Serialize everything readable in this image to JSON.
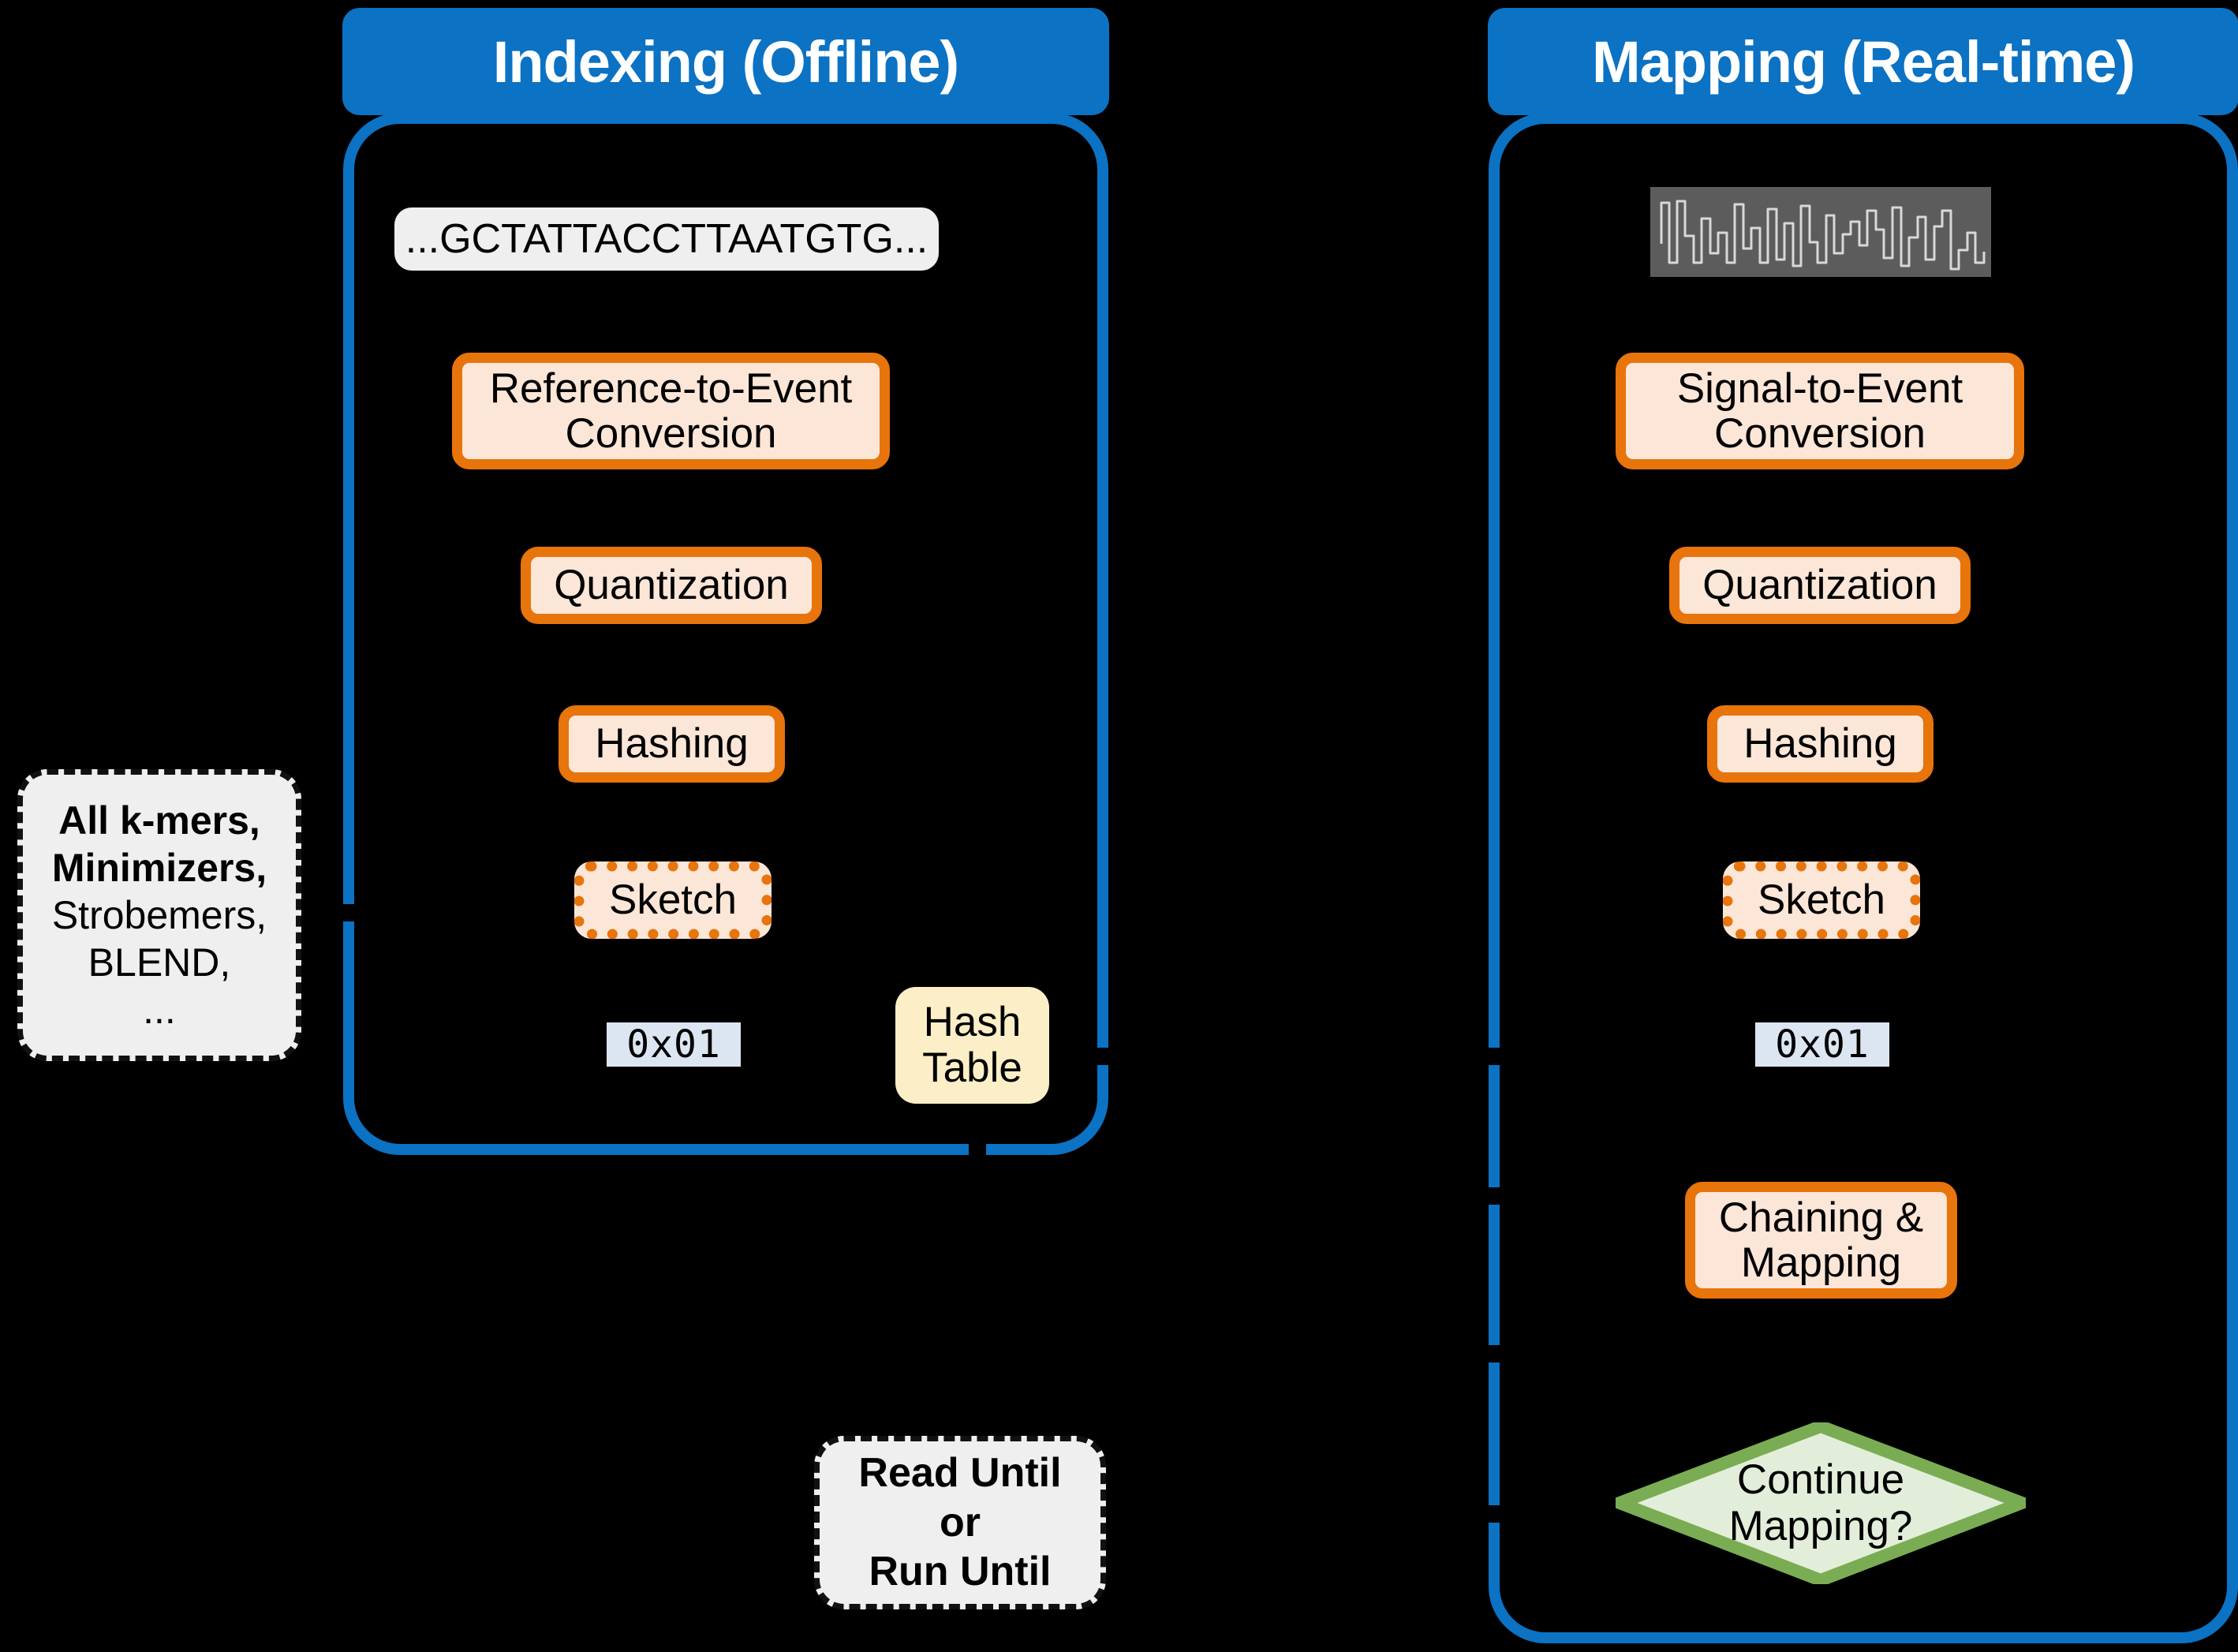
{
  "diagram": {
    "title_indexing": "Indexing (Offline)",
    "title_mapping": "Mapping (Real-time)"
  },
  "indexing": {
    "header": "Indexing (Offline)",
    "reference_sequence": "...GCTATTACCTTAATGTG...",
    "steps": [
      {
        "label": "Reference-to-Event\nConversion",
        "line1": "Reference-to-Event",
        "line2": "Conversion",
        "style": "solid"
      },
      {
        "label": "Quantization",
        "line1": "Quantization",
        "line2": "",
        "style": "solid"
      },
      {
        "label": "Hashing",
        "line1": "Hashing",
        "line2": "",
        "style": "solid"
      },
      {
        "label": "Sketch",
        "line1": "Sketch",
        "line2": "",
        "style": "dotted"
      }
    ],
    "hex_value": "0x01",
    "hash_table": {
      "line1": "Hash",
      "line2": "Table"
    }
  },
  "mapping": {
    "header": "Mapping (Real-time)",
    "signal_alt": "nanopore-raw-signal-squiggle",
    "steps": [
      {
        "label": "Signal-to-Event\nConversion",
        "line1": "Signal-to-Event",
        "line2": "Conversion",
        "style": "solid"
      },
      {
        "label": "Quantization",
        "line1": "Quantization",
        "line2": "",
        "style": "solid"
      },
      {
        "label": "Hashing",
        "line1": "Hashing",
        "line2": "",
        "style": "solid"
      },
      {
        "label": "Sketch",
        "line1": "Sketch",
        "line2": "",
        "style": "dotted"
      }
    ],
    "hex_value": "0x01",
    "chaining": {
      "line1": "Chaining &",
      "line2": "Mapping"
    },
    "decision": {
      "line1": "Continue",
      "line2": "Mapping?"
    }
  },
  "seeding_note": {
    "line1": "All k-mers,",
    "line2": "Minimizers,",
    "line3": "Strobemers,",
    "line4": "BLEND,",
    "line5": "..."
  },
  "control_note": {
    "line1": "Read Until",
    "line2": "or",
    "line3": "Run Until"
  },
  "colors": {
    "pipeline_blue": "#0B72C4",
    "process_orange": "#E8740C",
    "process_fill": "#FBE6D7",
    "hash_fill": "#FCEFC7",
    "hex_fill": "#DCE6F2",
    "decision_green_border": "#7AAD53",
    "decision_green_fill": "#E3EEDA",
    "note_grey": "#EFEFEF",
    "background": "#000000",
    "signal_bg": "#5C5C5C"
  }
}
